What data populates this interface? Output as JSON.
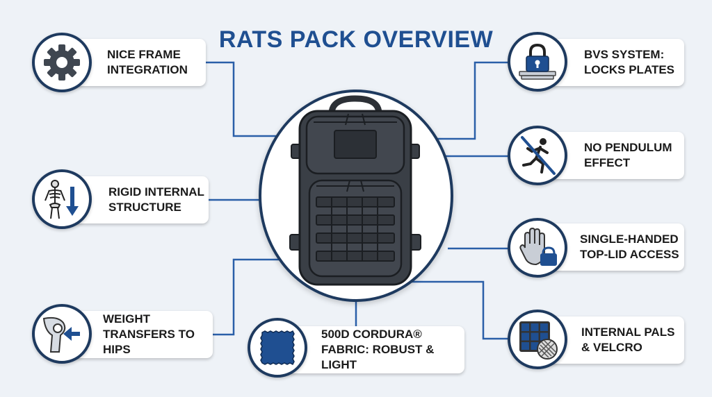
{
  "title": "RATS PACK OVERVIEW",
  "features": {
    "nice_frame": "NICE FRAME INTEGRATION",
    "rigid_structure": "RIGID INTERNAL STRUCTURE",
    "weight_transfer": "WEIGHT TRANSFERS TO HIPS",
    "cordura": "500D CORDURA® FABRIC: ROBUST & LIGHT",
    "bvs_system": "BVS SYSTEM: LOCKS PLATES",
    "no_pendulum": "NO PENDULUM EFFECT",
    "single_handed": "SINGLE-HANDED TOP-LID ACCESS",
    "internal_pals": "INTERNAL PALS & VELCRO"
  },
  "icons": {
    "nice_frame": "gear-icon",
    "rigid_structure": "skeleton-icon",
    "weight_transfer": "hip-joint-icon",
    "cordura": "fabric-swatch-icon",
    "bvs_system": "lock-plates-icon",
    "no_pendulum": "no-running-icon",
    "single_handed": "hand-bag-icon",
    "internal_pals": "pals-grid-icon",
    "center": "backpack-icon"
  },
  "colors": {
    "accent": "#1f4f91",
    "outline": "#1e3a5f",
    "connector": "#2a5fa8",
    "background": "#eef2f7"
  }
}
